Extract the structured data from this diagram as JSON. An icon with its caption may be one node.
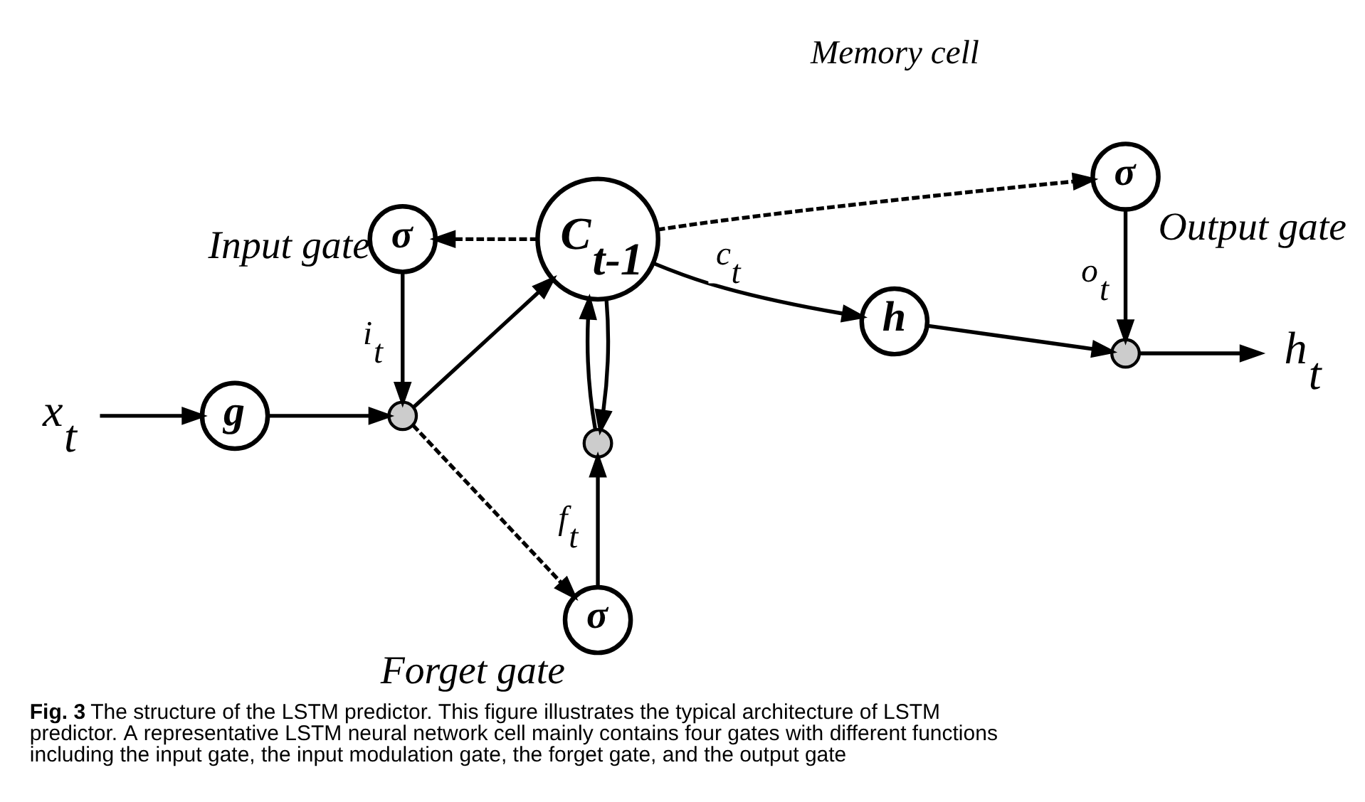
{
  "diagram": {
    "caption": "**Fig. 3** The structure of the LSTM predictor. This figure illustrates the typical architecture of LSTM predictor. A representative LSTM neural network cell mainly contains four gates with different functions including the input gate, the input modulation gate, the forget gate, and the output gate",
    "nodes": [
      {
        "text": [
          "x$_{t}$"
        ]
      },
      {
        "text": [
          "g"
        ]
      },
      {
        "text": [],
        "shape": "circle"
      },
      {
        "text": [
          "σ"
        ],
        "beside": [
          "Input gate"
        ]
      },
      {
        "text": [
          "C$_{t-1}$"
        ]
      },
      {
        "text": [
          "σ"
        ],
        "beside": [
          "Output gate"
        ]
      },
      {
        "text": [
          "h"
        ]
      },
      {
        "text": [],
        "shape": "circle"
      },
      {
        "text": [
          "h$_{t}$"
        ]
      },
      {
        "text": [],
        "shape": "circle"
      },
      {
        "text": [
          "σ"
        ],
        "beside": [
          "Forget gate"
        ]
      }
    ],
    "edges": [
      {
        "from": 0,
        "to": 1,
        "arrow": "to"
      },
      {
        "from": 1,
        "to": 2,
        "arrow": "to"
      },
      {
        "from": 3,
        "to": 2,
        "arrow": "to",
        "label": "i$_{t}$"
      },
      {
        "from": 2,
        "to": 4,
        "arrow": "to"
      },
      {
        "from": 4,
        "to": 3,
        "arrow": "to",
        "style": "dashed"
      },
      {
        "from": 4,
        "to": 5,
        "arrow": "to",
        "style": "dashed"
      },
      {
        "from": 4,
        "to": 6,
        "arrow": "to",
        "label": "c$_{t}$"
      },
      {
        "from": 6,
        "to": 7,
        "arrow": "to"
      },
      {
        "from": 5,
        "to": 7,
        "arrow": "to",
        "label": "o$_{t}$"
      },
      {
        "from": 7,
        "to": 8,
        "arrow": "to"
      },
      {
        "from": 4,
        "to": 9,
        "arrow": "to"
      },
      {
        "from": 9,
        "to": 4,
        "arrow": "to"
      },
      {
        "from": 10,
        "to": 9,
        "arrow": "to",
        "label": "f$_{t}$"
      },
      {
        "from": 2,
        "to": 10,
        "arrow": "to",
        "style": "dashed"
      }
    ],
    "labels": [
      "Memory cell"
    ]
  }
}
